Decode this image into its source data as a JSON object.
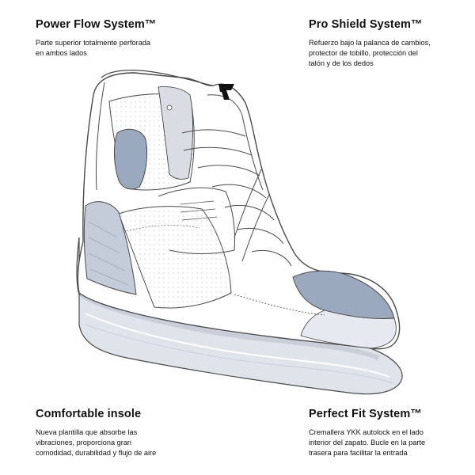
{
  "features": {
    "power_flow": {
      "title": "Power Flow System™",
      "description": "Parte superior totalmente perforada\nen ambos lados"
    },
    "pro_shield": {
      "title": "Pro Shield System™",
      "description": "Refuerzo bajo la palanca de cambios,\nprotector de tobillo, protección del\ntalón y de los dedos"
    },
    "comfortable_insole": {
      "title": "Comfortable insole",
      "description": "Nueva plantilla que absorbe las\nvibraciones, proporciona gran\ncomodidad, durabilidad y flujo de aire"
    },
    "perfect_fit": {
      "title": "Perfect Fit System™",
      "description": "Cremallera YKK autolock en el lado\ninterior del zapato. Bucle en la parte\ntrasera para facilitar la entrada"
    }
  },
  "colors": {
    "outline": "#4a4a4a",
    "sole": "#dfe3ea",
    "sole_dark": "#c9ced8",
    "shield": "#9aa9bd",
    "shield_light": "#c3ccd8",
    "panel": "#d9dde3"
  },
  "icons": {
    "brand_logo": "rev-logo-icon"
  }
}
